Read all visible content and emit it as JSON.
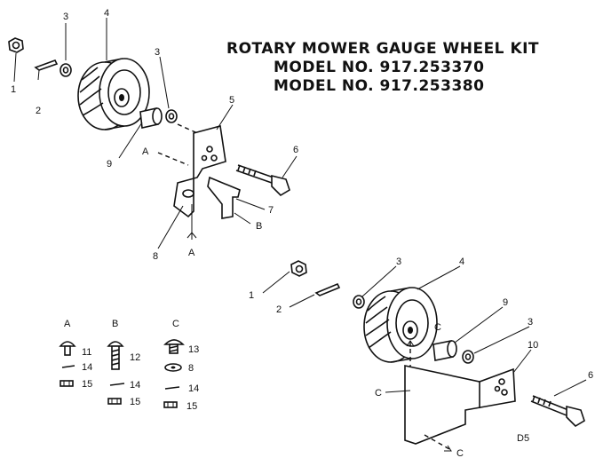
{
  "title": {
    "line1": "ROTARY MOWER GAUGE WHEEL KIT",
    "line2": "MODEL NO. 917.253370",
    "line3": "MODEL NO. 917.253380"
  },
  "callouts": {
    "c1a": "1",
    "c2a": "2",
    "c3a": "3",
    "c4a": "4",
    "c3b": "3",
    "c5": "5",
    "c6a": "6",
    "c7": "7",
    "cBa": "B",
    "cAa": "A",
    "cAb": "A",
    "c8a": "8",
    "c9a": "9",
    "c1b": "1",
    "c2b": "2",
    "c3c": "3",
    "c4b": "4",
    "c9b": "9",
    "cCa": "C",
    "c3d": "3",
    "c10": "10",
    "c6b": "6",
    "cCb": "C",
    "cCc": "C"
  },
  "hardware_legend": {
    "groups": [
      {
        "header": "A",
        "items": [
          "11",
          "14",
          "15"
        ]
      },
      {
        "header": "B",
        "items": [
          "12",
          "14",
          "15"
        ]
      },
      {
        "header": "C",
        "items": [
          "13",
          "8",
          "14",
          "15"
        ]
      }
    ]
  },
  "page_code": "D5"
}
